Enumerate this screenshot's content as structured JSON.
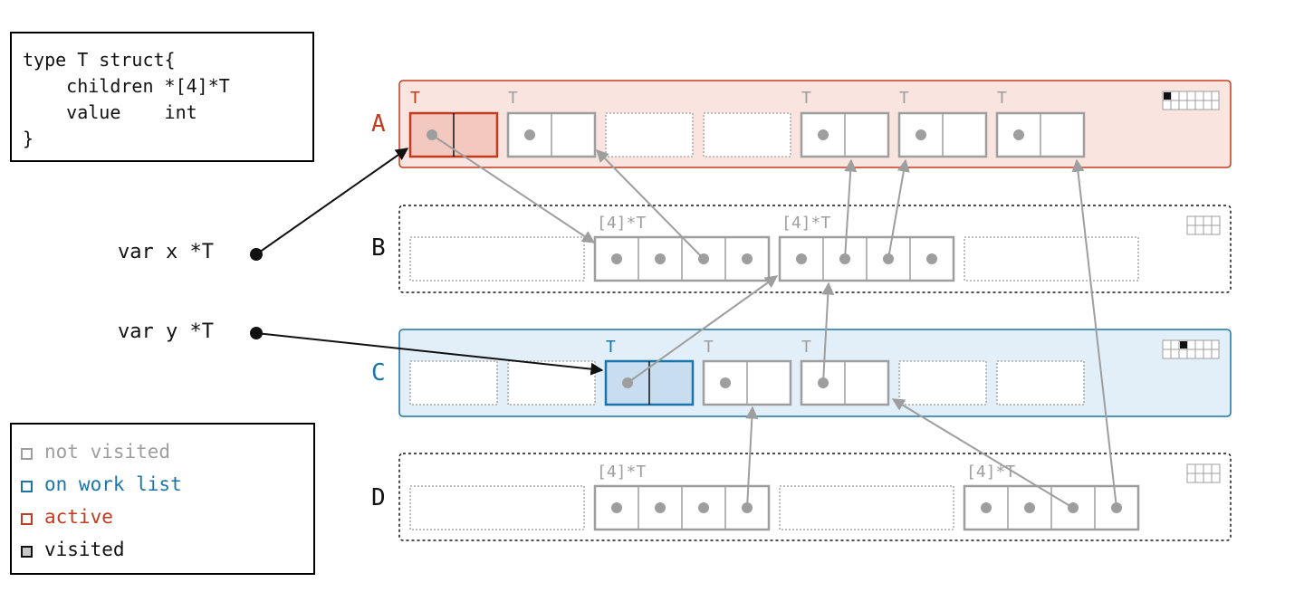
{
  "code": {
    "lines": [
      "type T struct{",
      "    children *[4]*T",
      "    value    int",
      "}"
    ]
  },
  "legend": {
    "items": [
      {
        "label": "not visited",
        "color": "#9e9e9e",
        "fill": "#ffffff"
      },
      {
        "label": "on work list",
        "color": "#1b75a8",
        "fill": "#ffffff"
      },
      {
        "label": "active",
        "color": "#c23b1e",
        "fill": "#ffffff"
      },
      {
        "label": "visited",
        "color": "#111111",
        "fill": "#c8c8c8"
      }
    ]
  },
  "vars": {
    "x": "var x *T",
    "y": "var y *T"
  },
  "rows": {
    "a": {
      "label": "A",
      "type_label": "T"
    },
    "b": {
      "label": "B",
      "array_label": "[4]*T"
    },
    "c": {
      "label": "C",
      "type_label": "T"
    },
    "d": {
      "label": "D",
      "array_label": "[4]*T"
    }
  },
  "colors": {
    "active": "#c23b1e",
    "active_bg": "#f9e4e0",
    "worklist": "#1b75a8",
    "worklist_bg": "#e3eff8",
    "grey": "#9e9e9e",
    "text": "#111111"
  }
}
